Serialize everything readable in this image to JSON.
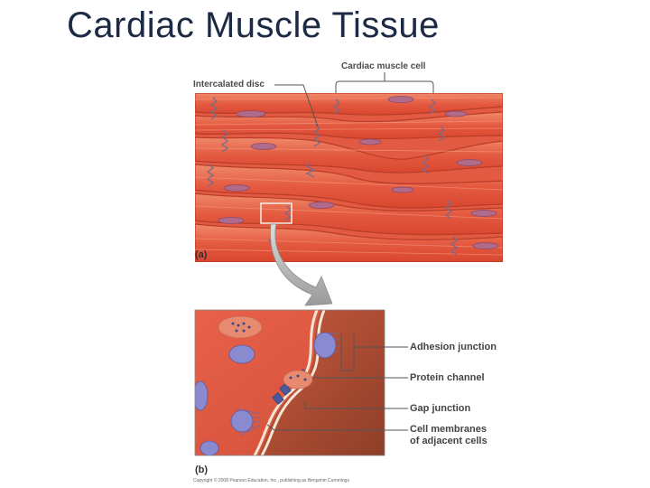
{
  "title": "Cardiac Muscle Tissue",
  "panel_a": {
    "label": "(a)",
    "intercalated_disc": "Intercalated disc",
    "cardiac_muscle_cell": "Cardiac muscle cell"
  },
  "panel_b": {
    "label": "(b)",
    "adhesion_junction": "Adhesion junction",
    "protein_channel": "Protein channel",
    "gap_junction": "Gap junction",
    "cell_membranes_line1": "Cell membranes",
    "cell_membranes_line2": "of adjacent cells"
  },
  "copyright": "Copyright © 2008 Pearson Education, Inc., publishing as Benjamin Cummings",
  "colors": {
    "muscle": "#e8604a",
    "muscle_dark": "#c44a35",
    "nucleus": "#b06a8a",
    "title": "#1d2a44",
    "arrow": "#a8a8a8"
  }
}
